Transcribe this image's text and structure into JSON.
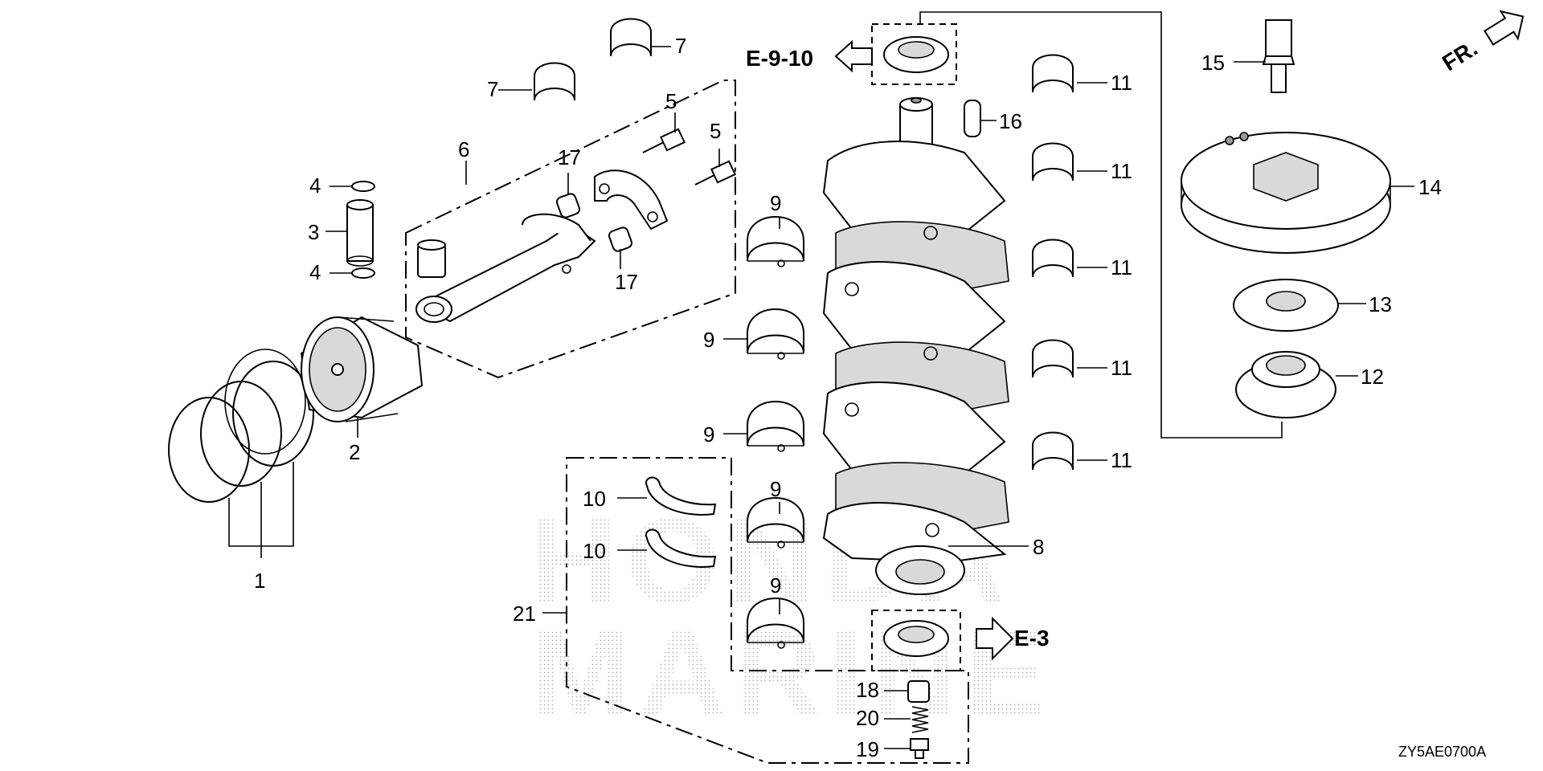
{
  "watermark": {
    "line1": "HONDA",
    "line2": "MARINE"
  },
  "diagram_code": "ZY5AE0700A",
  "front_indicator": "FR.",
  "refs": {
    "upper": "E-9-10",
    "lower": "E-3"
  },
  "callouts": {
    "c1": "1",
    "c2": "2",
    "c3": "3",
    "c4a": "4",
    "c4b": "4",
    "c5a": "5",
    "c5b": "5",
    "c6": "6",
    "c7a": "7",
    "c7b": "7",
    "c8": "8",
    "c9a": "9",
    "c9b": "9",
    "c9c": "9",
    "c9d": "9",
    "c9e": "9",
    "c10a": "10",
    "c10b": "10",
    "c11a": "11",
    "c11b": "11",
    "c11c": "11",
    "c11d": "11",
    "c11e": "11",
    "c12": "12",
    "c13": "13",
    "c14": "14",
    "c15": "15",
    "c16": "16",
    "c17a": "17",
    "c17b": "17",
    "c18": "18",
    "c19": "19",
    "c20": "20",
    "c21": "21"
  }
}
